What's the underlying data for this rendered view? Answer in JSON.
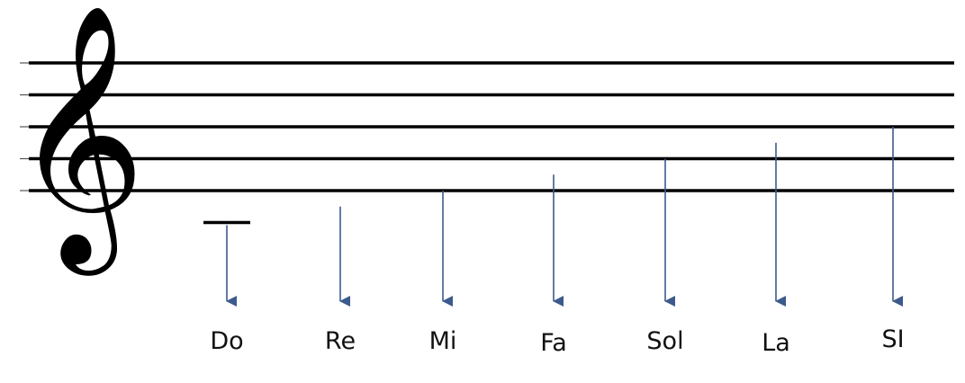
{
  "staff": {
    "line_count": 5,
    "line_color": "#000000",
    "clef": "treble-clef",
    "clef_glyph": "𝄞",
    "clef_color": "#000000"
  },
  "arrow_color": "#3d5a8c",
  "notes": [
    {
      "label": "Do",
      "ledger_line": true
    },
    {
      "label": "Re",
      "ledger_line": false
    },
    {
      "label": "Mi",
      "ledger_line": false
    },
    {
      "label": "Fa",
      "ledger_line": false
    },
    {
      "label": "Sol",
      "ledger_line": false
    },
    {
      "label": "La",
      "ledger_line": false
    },
    {
      "label": "SI",
      "ledger_line": false
    }
  ]
}
